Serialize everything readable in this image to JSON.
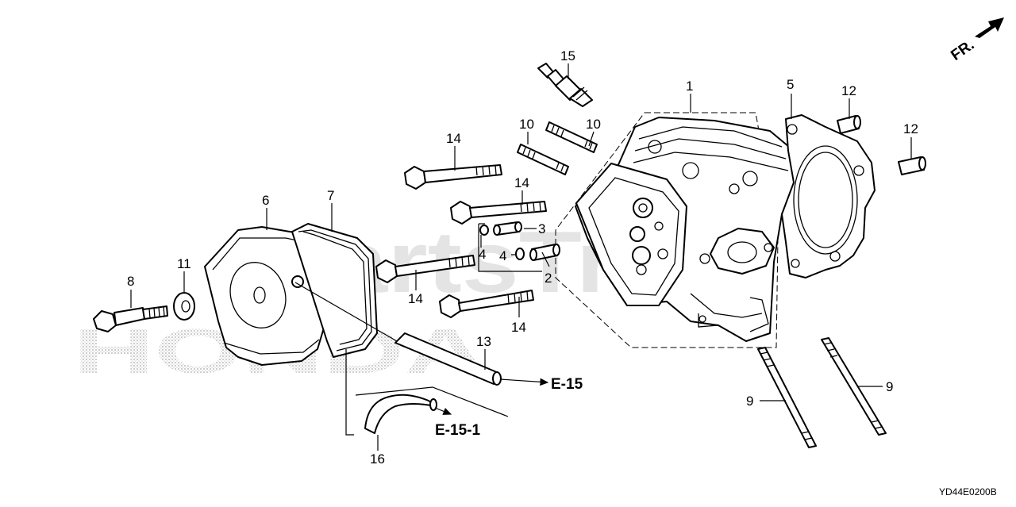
{
  "watermark": {
    "brand": "PartsTree",
    "trademark": "™",
    "maker": "HONDA"
  },
  "direction_indicator": {
    "label": "FR.",
    "icon": "arrow-right-up-icon"
  },
  "callouts": {
    "c1": "1",
    "c2": "2",
    "c3": "3",
    "c4a": "4",
    "c4b": "4",
    "c5": "5",
    "c6": "6",
    "c7": "7",
    "c8": "8",
    "c9a": "9",
    "c9b": "9",
    "c10a": "10",
    "c10b": "10",
    "c11": "11",
    "c12a": "12",
    "c12b": "12",
    "c13": "13",
    "c14a": "14",
    "c14b": "14",
    "c14c": "14",
    "c14d": "14",
    "c15": "15",
    "c16": "16"
  },
  "references": {
    "e15": "E-15",
    "e15_1": "E-15-1"
  },
  "diagram_code": "YD44E0200B",
  "colors": {
    "line": "#000000",
    "watermark_gray": "#c8c8c8",
    "background": "#ffffff"
  }
}
